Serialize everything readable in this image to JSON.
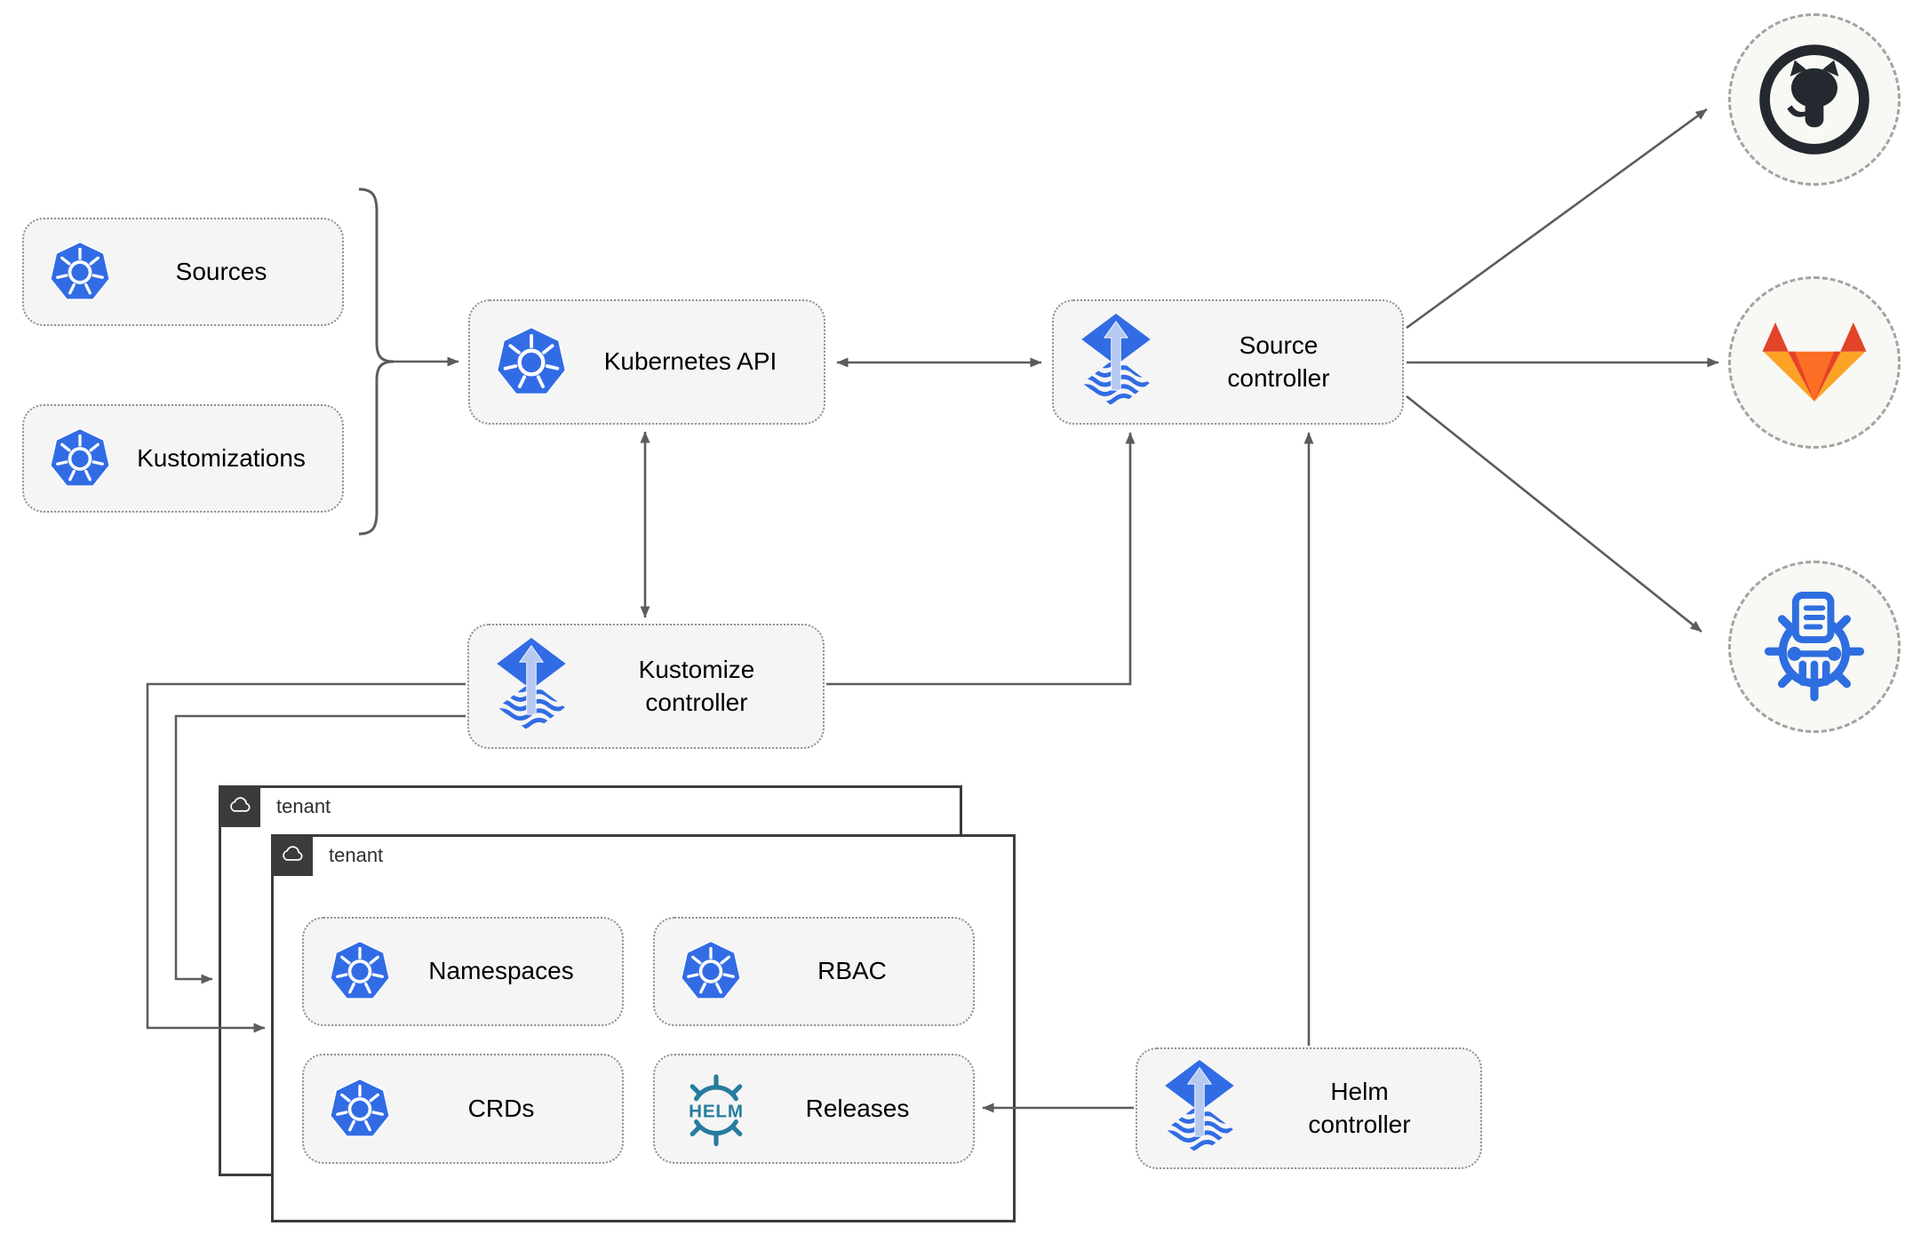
{
  "diagram": {
    "nodes": {
      "sources": {
        "label": "Sources",
        "icon": "kubernetes"
      },
      "kustomizations": {
        "label": "Kustomizations",
        "icon": "kubernetes"
      },
      "kubernetes_api": {
        "label": "Kubernetes API",
        "icon": "kubernetes"
      },
      "source_controller": {
        "label": "Source controller",
        "icon": "flux"
      },
      "kustomize_controller": {
        "label": "Kustomize controller",
        "icon": "flux"
      },
      "helm_controller": {
        "label": "Helm controller",
        "icon": "flux"
      }
    },
    "tenants": {
      "outer": {
        "label": "tenant",
        "icon": "cloud"
      },
      "inner": {
        "label": "tenant",
        "icon": "cloud"
      }
    },
    "tenant_items": {
      "namespaces": {
        "label": "Namespaces",
        "icon": "kubernetes"
      },
      "rbac": {
        "label": "RBAC",
        "icon": "kubernetes"
      },
      "crds": {
        "label": "CRDs",
        "icon": "kubernetes"
      },
      "releases": {
        "label": "Releases",
        "icon": "helm-wheel",
        "icon_text": "HELM"
      }
    },
    "endpoints": {
      "github": {
        "icon": "github"
      },
      "gitlab": {
        "icon": "gitlab"
      },
      "helm_repository": {
        "icon": "helm-repository"
      }
    },
    "colors": {
      "kubernetes_blue": "#326CE5",
      "flux_blue": "#316CE4",
      "flux_arrow_light": "#B6C9F1",
      "helm_teal": "#277C9E",
      "github_dark": "#24292F",
      "gitlab_red_orange": "#E24329",
      "gitlab_orange": "#FC6D26",
      "gitlab_light_orange": "#FCA326",
      "repository_blue": "#2F6EE0",
      "edge_gray": "#5C5C5C",
      "box_fill": "#F5F5F5",
      "tenant_border": "#3B3B3B"
    }
  }
}
